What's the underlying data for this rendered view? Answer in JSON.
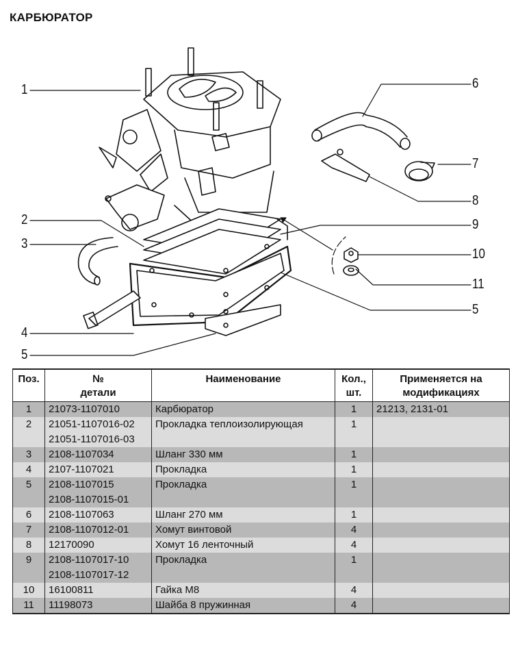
{
  "title": "КАРБЮРАТОР",
  "diagram": {
    "callouts": [
      {
        "label": "1"
      },
      {
        "label": "2"
      },
      {
        "label": "3"
      },
      {
        "label": "4"
      },
      {
        "label": "5"
      },
      {
        "label": "6"
      },
      {
        "label": "7"
      },
      {
        "label": "8"
      },
      {
        "label": "9"
      },
      {
        "label": "10"
      },
      {
        "label": "11"
      },
      {
        "label": "5"
      }
    ]
  },
  "table": {
    "headers": {
      "pos": "Поз.",
      "num_line1": "№",
      "num_line2": "детали",
      "name": "Наименование",
      "qty_line1": "Кол.,",
      "qty_line2": "шт.",
      "mod_line1": "Применяется на",
      "mod_line2": "модификациях"
    },
    "rows": [
      {
        "pos": "1",
        "num1": "21073-1107010",
        "num2": "",
        "name": "Карбюратор",
        "qty": "1",
        "mod": "21213, 2131-01"
      },
      {
        "pos": "2",
        "num1": "21051-1107016-02",
        "num2": "21051-1107016-03",
        "name": "Прокладка теплоизолирующая",
        "qty": "1",
        "mod": ""
      },
      {
        "pos": "3",
        "num1": "2108-1107034",
        "num2": "",
        "name": "Шланг 330 мм",
        "qty": "1",
        "mod": ""
      },
      {
        "pos": "4",
        "num1": "2107-1107021",
        "num2": "",
        "name": "Прокладка",
        "qty": "1",
        "mod": ""
      },
      {
        "pos": "5",
        "num1": "2108-1107015",
        "num2": "2108-1107015-01",
        "name": "Прокладка",
        "qty": "1",
        "mod": ""
      },
      {
        "pos": "6",
        "num1": "2108-1107063",
        "num2": "",
        "name": "Шланг 270 мм",
        "qty": "1",
        "mod": ""
      },
      {
        "pos": "7",
        "num1": "2108-1107012-01",
        "num2": "",
        "name": "Хомут винтовой",
        "qty": "4",
        "mod": ""
      },
      {
        "pos": "8",
        "num1": "12170090",
        "num2": "",
        "name": "Хомут 16 ленточный",
        "qty": "4",
        "mod": ""
      },
      {
        "pos": "9",
        "num1": "2108-1107017-10",
        "num2": "2108-1107017-12",
        "name": "Прокладка",
        "qty": "1",
        "mod": ""
      },
      {
        "pos": "10",
        "num1": "16100811",
        "num2": "",
        "name": "Гайка М8",
        "qty": "4",
        "mod": ""
      },
      {
        "pos": "11",
        "num1": "11198073",
        "num2": "",
        "name": "Шайба 8 пружинная",
        "qty": "4",
        "mod": ""
      }
    ]
  }
}
